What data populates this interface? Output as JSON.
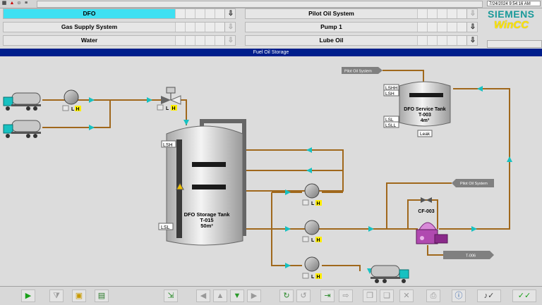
{
  "header": {
    "datetime": "7/24/2024 9:54:16 AM"
  },
  "nav": {
    "row1_left": "DFO",
    "row1_right": "Pilot Oil System",
    "row2_left": "Gas Supply System",
    "row2_right": "Pump 1",
    "row3_left": "Water",
    "row3_right": "Lube Oil"
  },
  "brand": {
    "siemens": "SIEMENS",
    "wincc": "WinCC"
  },
  "screen_title": "Fuel Oil Storage",
  "colors": {
    "pipe": "#a0681c",
    "flow_arrow": "#17c1c1",
    "active_nav": "#3ee0f2",
    "banner": "#001e8c",
    "hand_indicator": "#ffee00"
  },
  "storage_tank": {
    "name": "DFO Storage Tank",
    "id": "T-015",
    "volume": "50m³",
    "lsh": "LSH",
    "lsl": "LSL"
  },
  "service_tank": {
    "name": "DFO Service Tank",
    "id": "T-003",
    "volume": "4m³",
    "lshh": "LSHH",
    "lsh": "LSH",
    "lsl": "LSL",
    "lsll": "LSLL",
    "leak": "Leak"
  },
  "centrifuge": {
    "id": "CF-003"
  },
  "connectors": {
    "pilot_oil_top": "Pilot Oil System",
    "pilot_oil_right": "Pilot Oil System",
    "t006": "T-006"
  },
  "mode": {
    "local": "L",
    "hand": "H"
  }
}
